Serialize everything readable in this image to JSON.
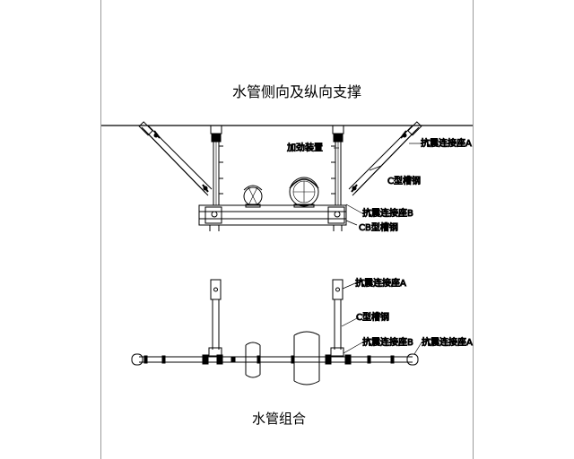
{
  "titles": {
    "top": "水管侧向及纵向支撑",
    "bottom": "水管组合"
  },
  "labels": {
    "top_view": {
      "reinforcement": "加劲装置",
      "seismic_seat_a": "抗震连接座A",
      "c_channel": "C型槽钢",
      "seismic_seat_b": "抗震连接座B",
      "cb_channel": "CB型槽钢"
    },
    "bottom_view": {
      "seismic_seat_a_upper": "抗震连接座A",
      "c_channel": "C型槽钢",
      "seismic_seat_b": "抗震连接座B",
      "seismic_seat_a_right": "抗震连接座A"
    }
  },
  "colors": {
    "line": "#000000",
    "frame": "#9a9a9a",
    "background": "#ffffff"
  }
}
